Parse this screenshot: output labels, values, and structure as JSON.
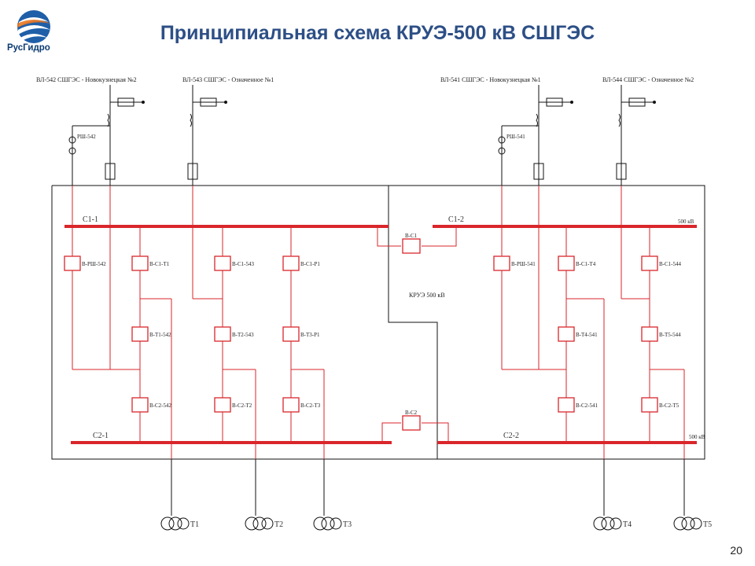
{
  "header": {
    "logo_text": "РусГидро",
    "title": "Принципиальная схема КРУЭ-500 кВ СШГЭС"
  },
  "footer": {
    "page_number": "20"
  },
  "lines": {
    "vl542": "ВЛ-542  СШГЭС - Новокузнецкая №2",
    "vl543": "ВЛ-543  СШГЭС - Означенное №1",
    "vl541": "ВЛ-541  СШГЭС - Новокузнецкая №1",
    "vl544": "ВЛ-544  СШГЭС - Означенное №2"
  },
  "reactors": {
    "rsh542": "РШ-542",
    "rsh541": "РШ-541"
  },
  "buses": {
    "c1_1": "С1-1",
    "c1_2": "С1-2",
    "c2_1": "С2-1",
    "c2_2": "С2-2",
    "kv_top": "500 кВ",
    "kv_bottom": "500 кВ"
  },
  "bus_couplers": {
    "vc1": "В-С1",
    "vc2": "В-С2"
  },
  "kruе_label": "КРУЭ 500 кВ",
  "breakers": {
    "b_rsh542": "В-РШ-542",
    "b_c1_t1": "В-С1-Т1",
    "b_c1_543": "В-С1-543",
    "b_c1_r1": "В-С1-Р1",
    "b_rsh541": "В-РШ-541",
    "b_c1_t4": "В-С1-Т4",
    "b_c1_544": "В-С1-544",
    "b_t1_542": "В-Т1-542",
    "b_t2_543": "В-Т2-543",
    "b_t3_r1": "В-Т3-Р1",
    "b_t4_541": "В-Т4-541",
    "b_t5_544": "В-Т5-544",
    "b_c2_542": "В-С2-542",
    "b_c2_t2": "В-С2-Т2",
    "b_c2_t3": "В-С2-Т3",
    "b_c2_541": "В-С2-541",
    "b_c2_t5": "В-С2-Т5"
  },
  "transformers": {
    "t1": "Т1",
    "t2": "Т2",
    "t3": "Т3",
    "t4": "Т4",
    "t5": "Т5"
  },
  "colors": {
    "title": "#2d4f86",
    "bus": "#d9262b",
    "wire": "#111111",
    "logo_blue": "#1f5fa8",
    "logo_orange": "#e87722"
  }
}
